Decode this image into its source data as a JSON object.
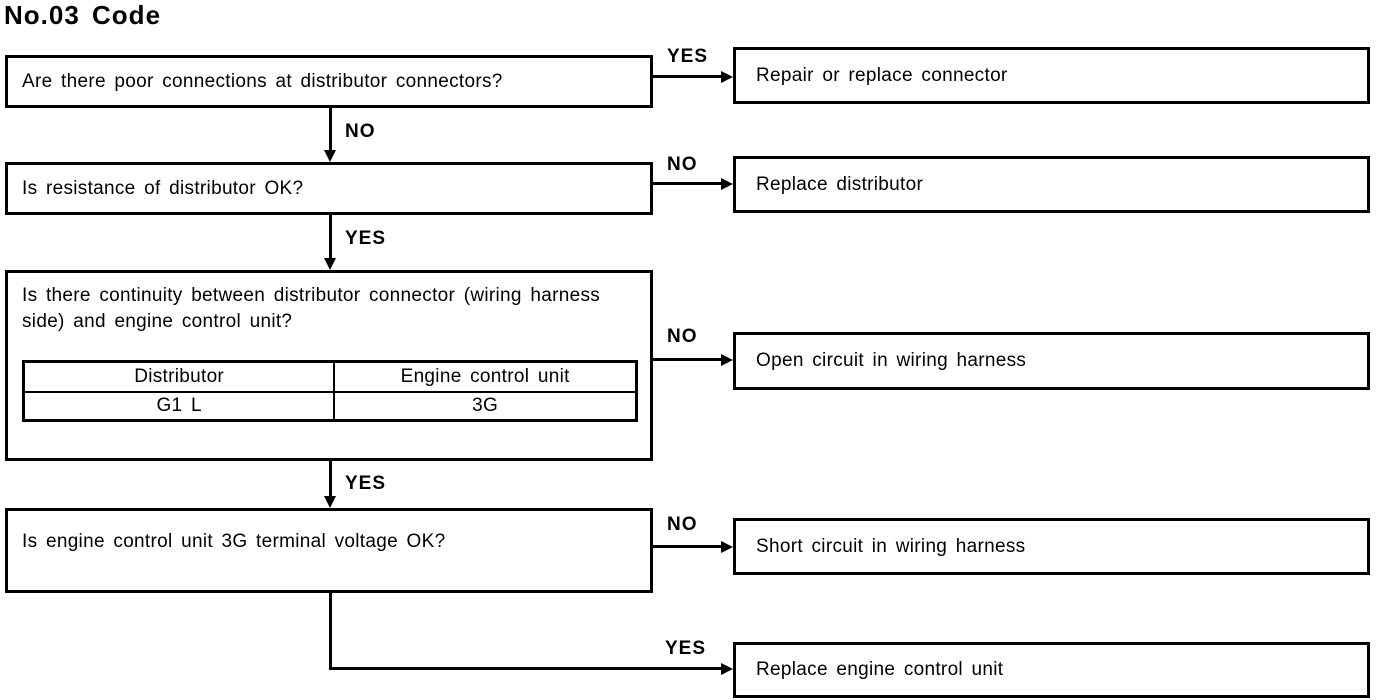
{
  "page": {
    "title": "No.03 Code"
  },
  "labels": {
    "yes": "YES",
    "no": "NO"
  },
  "questions": {
    "q1": "Are there poor connections at distributor connectors?",
    "q2": "Is resistance of distributor OK?",
    "q3": "Is there continuity between distributor connector (wiring harness side) and engine control unit?",
    "q4": "Is engine control unit 3G terminal voltage OK?"
  },
  "actions": {
    "repair_connector": "Repair or replace connector",
    "replace_distributor": "Replace distributor",
    "open_circuit": "Open circuit in wiring harness",
    "short_circuit": "Short circuit in wiring harness",
    "replace_ecu": "Replace engine control unit"
  },
  "table": {
    "headers": [
      "Distributor",
      "Engine control unit"
    ],
    "rows": [
      [
        "G1 L",
        "3G"
      ]
    ]
  },
  "colors": {
    "ink": "#000000",
    "paper": "#ffffff"
  }
}
